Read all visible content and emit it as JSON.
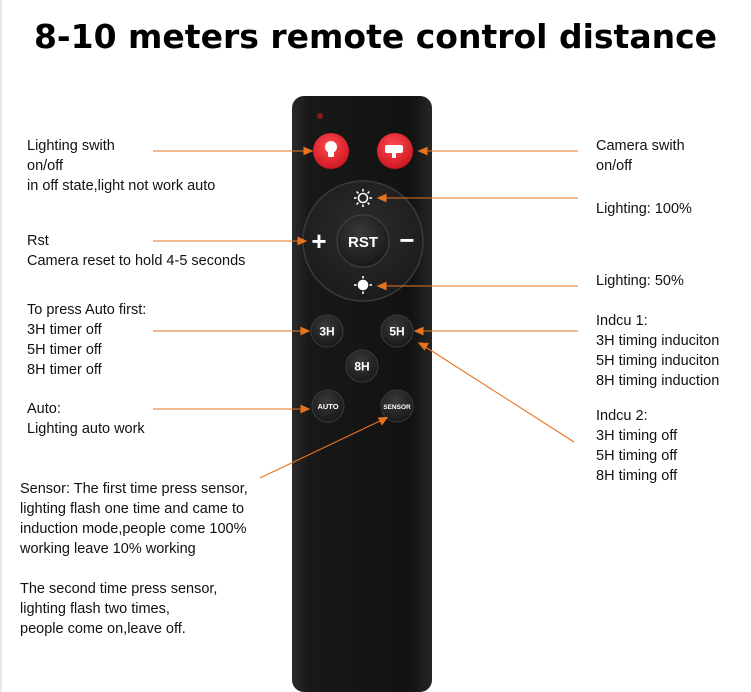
{
  "title": "8-10 meters remote control distance",
  "colors": {
    "leader_line": "#e8731e",
    "remote_body": "#151515",
    "red_button": "#e8202b"
  },
  "icons": {
    "lighting_button": "light-bulb-icon",
    "camera_button": "camera-icon",
    "bright_button": "sun-icon",
    "dim_button": "dim-sun-icon"
  },
  "remote": {
    "plus": "+",
    "minus": "−",
    "rst": "RST",
    "b3h": "3H",
    "b5h": "5H",
    "b8h": "8H",
    "auto": "AUTO",
    "sensor": "SENSOR"
  },
  "notes": {
    "lighting_switch": "Lighting swith\non/off\nin off state,light not work auto",
    "rst": "Rst\nCamera reset to hold 4-5 seconds",
    "timer": "To press Auto first:\n3H timer off\n5H timer off\n8H timer off",
    "auto": "Auto:\nLighting auto work",
    "sensor": "Sensor: The first time press sensor,\nlighting flash one time and came to\ninduction mode,people come 100%\nworking leave 10% working\n\nThe second time press sensor,\nlighting flash two times,\npeople come on,leave off.",
    "camera_switch": "Camera swith\non/off",
    "lighting_100": "Lighting: 100%",
    "lighting_50": "Lighting: 50%",
    "indcu1": "Indcu 1:\n3H timing induciton\n5H timing induciton\n8H timing induction",
    "indcu2": "Indcu 2:\n3H timing off\n5H timing off\n8H timing off"
  }
}
